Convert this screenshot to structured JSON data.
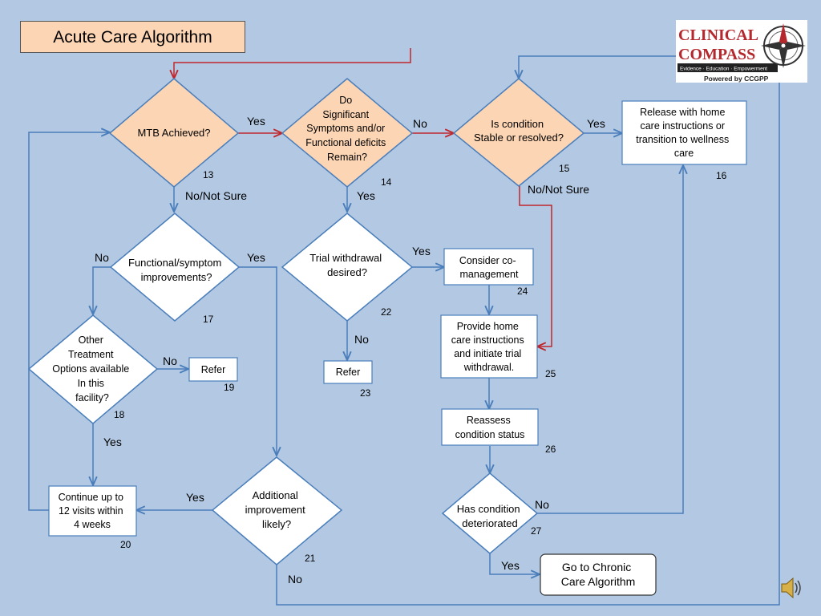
{
  "title": "Acute Care Algorithm",
  "logo": {
    "line1": "CLINICAL",
    "line2": "COMPASS",
    "tagline": "Evidence · Education · Empowerment",
    "powered": "Powered by CCGPP"
  },
  "nodes": {
    "n13": {
      "lines": [
        "MTB Achieved?"
      ],
      "num": "13"
    },
    "n14": {
      "lines": [
        "Do",
        "Significant",
        "Symptoms and/or",
        "Functional deficits",
        "Remain?"
      ],
      "num": "14"
    },
    "n15": {
      "lines": [
        "Is condition",
        "Stable or resolved?"
      ],
      "num": "15"
    },
    "n16": {
      "lines": [
        "Release with home",
        "care instructions or",
        "transition to wellness",
        "care"
      ],
      "num": "16"
    },
    "n17": {
      "lines": [
        "Functional/symptom",
        "improvements?"
      ],
      "num": "17"
    },
    "n22": {
      "lines": [
        "Trial withdrawal",
        "desired?"
      ],
      "num": "22"
    },
    "n24": {
      "lines": [
        "Consider co-",
        "management"
      ],
      "num": "24"
    },
    "n25": {
      "lines": [
        "Provide home",
        "care instructions",
        "and initiate trial",
        "withdrawal."
      ],
      "num": "25"
    },
    "n18": {
      "lines": [
        "Other",
        "Treatment",
        "Options available",
        "In this",
        "facility?"
      ],
      "num": "18"
    },
    "n19": {
      "lines": [
        "Refer"
      ],
      "num": "19"
    },
    "n23": {
      "lines": [
        "Refer"
      ],
      "num": "23"
    },
    "n26": {
      "lines": [
        "Reassess",
        "condition status"
      ],
      "num": "26"
    },
    "n20": {
      "lines": [
        "Continue up to",
        "12 visits within",
        "4 weeks"
      ],
      "num": "20"
    },
    "n21": {
      "lines": [
        "Additional",
        "improvement",
        "likely?"
      ],
      "num": "21"
    },
    "n27": {
      "lines": [
        "Has condition",
        "deteriorated"
      ],
      "num": "27"
    },
    "chronic": {
      "lines": [
        "Go to Chronic",
        "Care Algorithm"
      ]
    }
  },
  "edge_labels": {
    "e13_yes": "Yes",
    "e13_no": "No/Not Sure",
    "e14_no": "No",
    "e14_yes": "Yes",
    "e15_yes": "Yes",
    "e15_no": "No/Not Sure",
    "e17_no": "No",
    "e17_yes": "Yes",
    "e22_yes": "Yes",
    "e22_no": "No",
    "e18_no": "No",
    "e18_yes": "Yes",
    "e21_yes": "Yes",
    "e21_no": "No",
    "e27_no": "No",
    "e27_yes": "Yes"
  },
  "colors": {
    "background": "#b3c9e3",
    "decision_peach": "#fcd5b4",
    "blue_line": "#4a7ebb",
    "red_line": "#c0272d"
  }
}
